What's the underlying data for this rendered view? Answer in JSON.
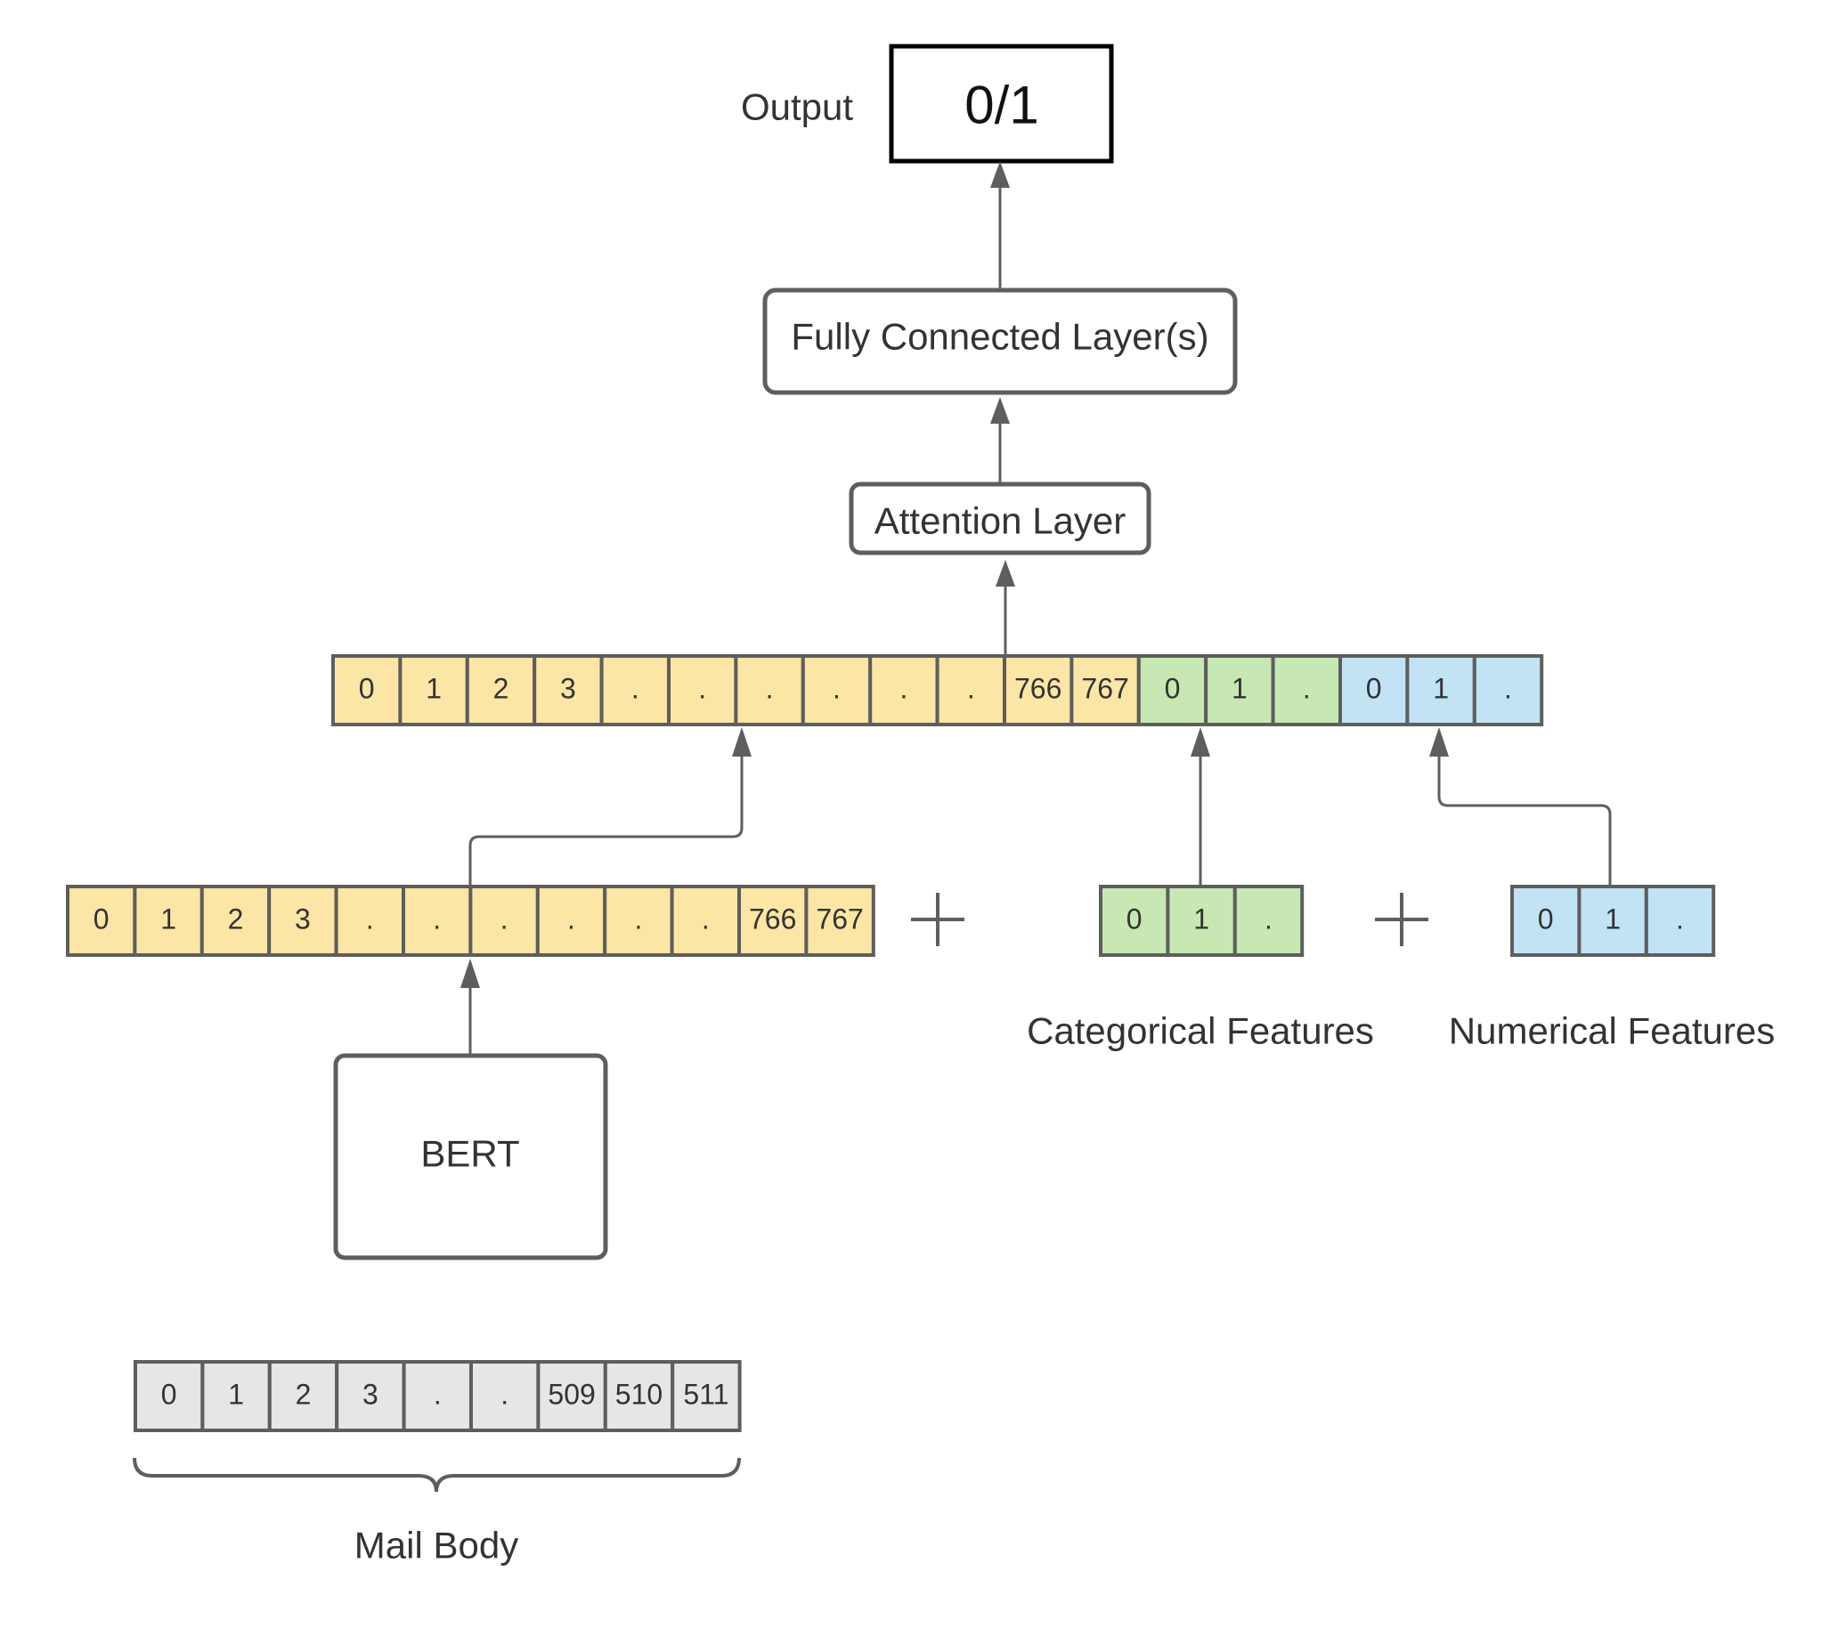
{
  "colors": {
    "bert_embedding": "#fbe6a5",
    "categorical": "#c7e8b2",
    "numerical": "#c1e3f4",
    "tokens": "#e6e6e6",
    "stroke": "#5e5e5e",
    "text": "#333333"
  },
  "output": {
    "label": "Output",
    "value": "0/1"
  },
  "fc_layer": {
    "label": "Fully Connected Layer(s)"
  },
  "attention": {
    "label": "Attention Layer"
  },
  "bert": {
    "label": "BERT"
  },
  "mail_body": {
    "label": "Mail Body",
    "cells": [
      "0",
      "1",
      "2",
      "3",
      ".",
      ".",
      "509",
      "510",
      "511"
    ]
  },
  "bert_output_cells": [
    "0",
    "1",
    "2",
    "3",
    ".",
    ".",
    ".",
    ".",
    ".",
    ".",
    "766",
    "767"
  ],
  "categorical": {
    "label": "Categorical Features",
    "cells": [
      "0",
      "1",
      "."
    ]
  },
  "numerical": {
    "label": "Numerical Features",
    "cells": [
      "0",
      "1",
      "."
    ]
  },
  "concatenated": {
    "bert_cells": [
      "0",
      "1",
      "2",
      "3",
      ".",
      ".",
      ".",
      ".",
      ".",
      ".",
      "766",
      "767"
    ],
    "categorical_cells": [
      "0",
      "1",
      "."
    ],
    "numerical_cells": [
      "0",
      "1",
      "."
    ]
  },
  "plus_signs": [
    "+",
    "+"
  ]
}
